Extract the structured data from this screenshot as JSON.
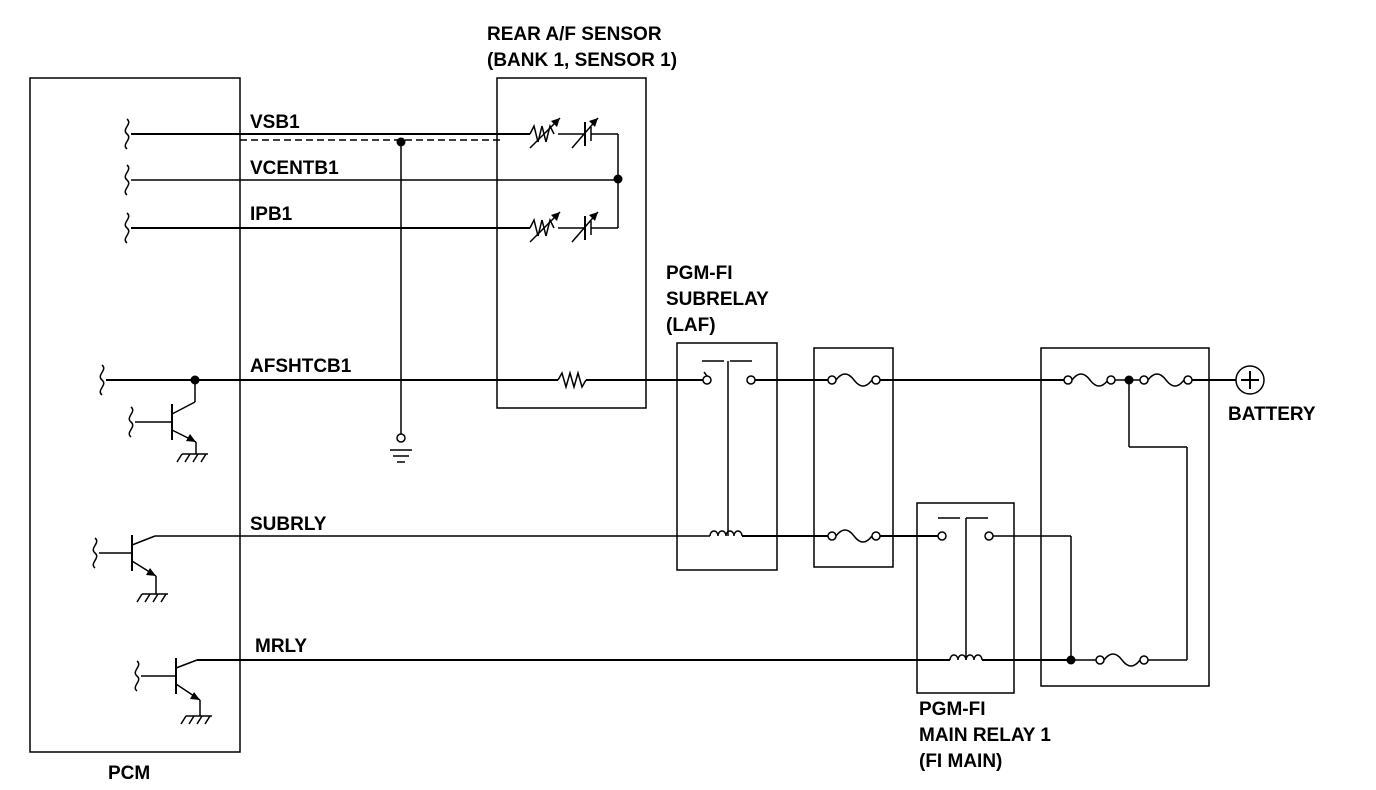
{
  "labels": {
    "sensor_line1": "REAR A/F SENSOR",
    "sensor_line2": "(BANK 1, SENSOR 1)",
    "pcm": "PCM",
    "vsb1": "VSB1",
    "vcentb1": "VCENTB1",
    "ipb1": "IPB1",
    "afshtcb1": "AFSHTCB1",
    "subrly": "SUBRLY",
    "mrly": "MRLY",
    "subrelay_line1": "PGM-FI",
    "subrelay_line2": "SUBRELAY",
    "subrelay_line3": "(LAF)",
    "battery": "BATTERY",
    "mainrelay_line1": "PGM-FI",
    "mainrelay_line2": "MAIN RELAY 1",
    "mainrelay_line3": "(FI MAIN)"
  },
  "colors": {
    "line": "#000000",
    "background": "#ffffff"
  },
  "icons": [
    "battery-plus-icon",
    "ground-icon",
    "fuse-icon",
    "relay-coil-icon",
    "transistor-icon",
    "resistor-icon"
  ]
}
